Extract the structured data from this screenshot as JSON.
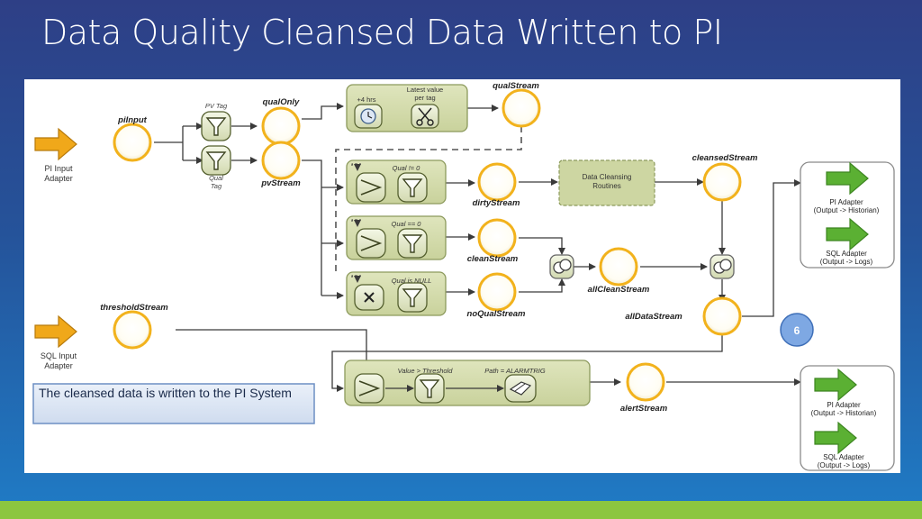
{
  "title": "Data Quality Cleansed Data Written to PI",
  "note": "The cleansed data is written to the PI System",
  "page_number": "6",
  "adapters": {
    "pi_input": [
      "PI Input",
      "Adapter"
    ],
    "sql_input": [
      "SQL Input",
      "Adapter"
    ]
  },
  "streams": {
    "piInput": "piInput",
    "qualOnly": "qualOnly",
    "pvStream": "pvStream",
    "qualStream": "qualStream",
    "dirtyStream": "dirtyStream",
    "cleanStream": "cleanStream",
    "noQualStream": "noQualStream",
    "cleansedStream": "cleansedStream",
    "allCleanStream": "allCleanStream",
    "allDataStream": "allDataStream",
    "thresholdStream": "thresholdStream",
    "alertStream": "alertStream"
  },
  "filters": {
    "pv_tag": "PV Tag",
    "qual_tag": [
      "Qual",
      "Tag"
    ]
  },
  "operators": {
    "plus_4hrs": "+4 hrs",
    "latest_value": [
      "Latest value",
      "per tag"
    ],
    "qual_ne_0": "Qual != 0",
    "qual_eq_0": "Qual == 0",
    "qual_null": "Qual is NULL",
    "data_cleansing": [
      "Data Cleansing",
      "Routines"
    ],
    "value_threshold": "Value > Threshold",
    "path_alarm": "Path = ALARMTRIG"
  },
  "outputs": {
    "pi_historian": [
      "PI Adapter",
      "(Output -> Historian)"
    ],
    "sql_logs": [
      "SQL Adapter",
      "(Output -> Logs)"
    ]
  },
  "colors": {
    "operator_fill": "#d5dcae",
    "operator_border": "#8c9a5c",
    "stream_ring": "#f2b21c",
    "arrow_orange": "#f0a81a",
    "arrow_green": "#5bb033",
    "line": "#3a3a3a",
    "note_fill": "#dfe7f3",
    "note_border": "#6d8fc4"
  }
}
